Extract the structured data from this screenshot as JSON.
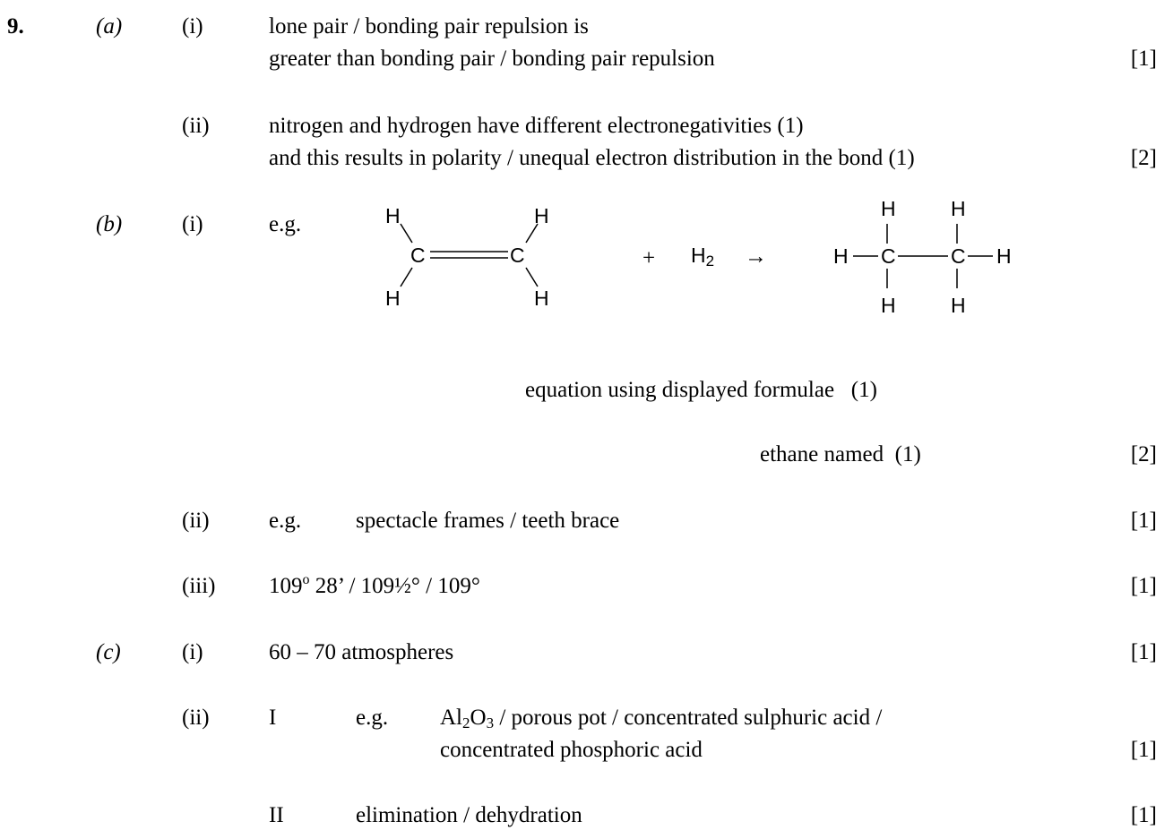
{
  "question": {
    "number": "9.",
    "a": {
      "label": "(a)",
      "i": {
        "label": "(i)",
        "line1": "lone pair / bonding pair repulsion is",
        "line2": "greater than bonding pair / bonding pair repulsion",
        "mark": "[1]"
      },
      "ii": {
        "label": "(ii)",
        "line1": "nitrogen and hydrogen have different electronegativities (1)",
        "line2": "and this results in polarity / unequal electron distribution in the bond (1)",
        "mark": "[2]"
      }
    },
    "b": {
      "label": "(b)",
      "i": {
        "label": "(i)",
        "eg": "e.g.",
        "ethene_atoms": {
          "h_top_left": "H",
          "h_top_right": "H",
          "h_bottom_left": "H",
          "h_bottom_right": "H",
          "c_left": "C",
          "c_right": "C"
        },
        "plus": "+",
        "h2_symbol": "H",
        "h2_sub": "2",
        "arrow": "→",
        "ethane_atoms": {
          "h_top_1": "H",
          "h_top_2": "H",
          "h_left": "H",
          "c_1": "C",
          "c_2": "C",
          "h_right": "H",
          "h_bottom_1": "H",
          "h_bottom_2": "H"
        },
        "criterion1": "equation using displayed formulae   (1)",
        "criterion2": "ethane named  (1)",
        "mark": "[2]"
      },
      "ii": {
        "label": "(ii)",
        "eg": "e.g.",
        "text": "spectacle frames / teeth brace",
        "mark": "[1]"
      },
      "iii": {
        "label": "(iii)",
        "angle_number": "109",
        "angle_sup": "o",
        "angle_rest": " 28’ / 109½° / 109°",
        "mark": "[1]"
      }
    },
    "c": {
      "label": "(c)",
      "i": {
        "label": "(i)",
        "text": "60 – 70 atmospheres",
        "mark": "[1]"
      },
      "ii": {
        "label": "(ii)",
        "I": {
          "label": "I",
          "eg": "e.g.",
          "al": "Al",
          "al_sub": "2",
          "o": "O",
          "o_sub": "3",
          "line1_rest": " / porous pot / concentrated sulphuric acid /",
          "line2": "concentrated phosphoric acid",
          "mark": "[1]"
        },
        "II": {
          "label": "II",
          "text": "elimination / dehydration",
          "mark": "[1]"
        }
      }
    }
  }
}
